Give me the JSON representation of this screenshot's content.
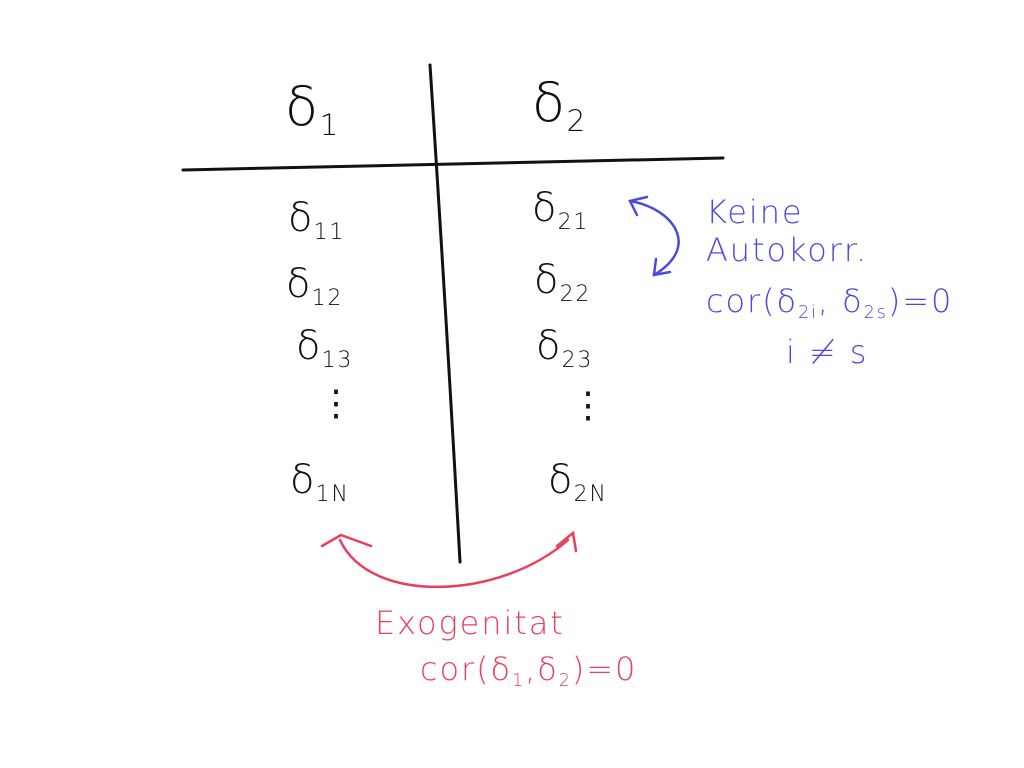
{
  "table": {
    "headers": [
      {
        "symbol": "δ",
        "sub": "1"
      },
      {
        "symbol": "δ",
        "sub": "2"
      }
    ],
    "column1": [
      {
        "symbol": "δ",
        "sub": "11"
      },
      {
        "symbol": "δ",
        "sub": "12"
      },
      {
        "symbol": "δ",
        "sub": "13"
      },
      {
        "symbol": "⋮",
        "sub": ""
      },
      {
        "symbol": "δ",
        "sub": "1N"
      }
    ],
    "column2": [
      {
        "symbol": "δ",
        "sub": "21"
      },
      {
        "symbol": "δ",
        "sub": "22"
      },
      {
        "symbol": "δ",
        "sub": "23"
      },
      {
        "symbol": "⋮",
        "sub": ""
      },
      {
        "symbol": "δ",
        "sub": "2N"
      }
    ]
  },
  "blue_note": {
    "line1": "Keine",
    "line2": "Autokorr.",
    "formula": {
      "prefix": "cor(",
      "a_symbol": "δ",
      "a_sub": "2i",
      "sep": ", ",
      "b_symbol": "δ",
      "b_sub": "2s",
      "suffix": ")=0"
    },
    "condition": "i ≠ s"
  },
  "red_note": {
    "line1": "Exogenitat",
    "formula": {
      "prefix": "cor(",
      "a_symbol": "δ",
      "a_sub": "1",
      "sep": ",",
      "b_symbol": "δ",
      "b_sub": "2",
      "suffix": ")=0"
    }
  },
  "colors": {
    "ink": "#111111",
    "blue": "#4a4ae0",
    "red": "#e8405a",
    "background": "#ffffff"
  }
}
